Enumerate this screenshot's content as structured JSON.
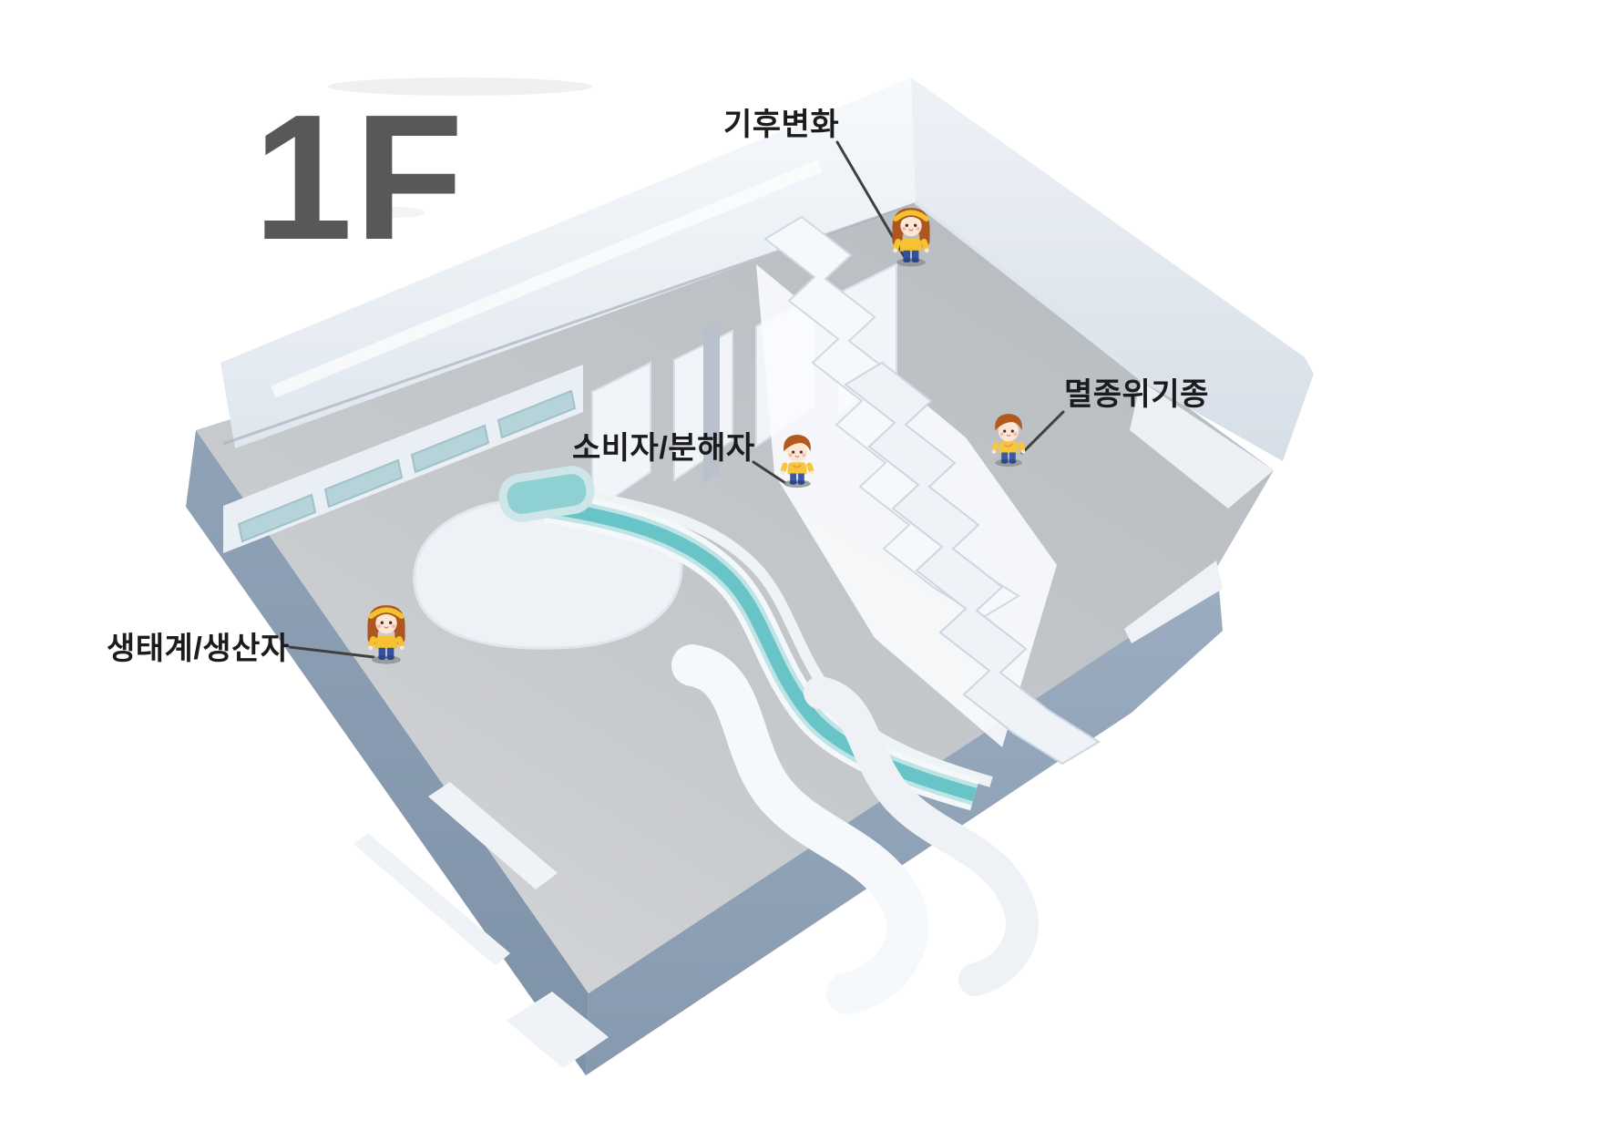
{
  "page": {
    "background": "#ffffff"
  },
  "floor_badge": {
    "text": "1F",
    "color": "#57585a"
  },
  "map": {
    "kind": "isometric-exhibition-floor-model",
    "colors": {
      "floor": "#c6c9cc",
      "wall": "#f2f5f9",
      "wall_shadow": "#dde4ec",
      "base_left": "#8a9cb0",
      "base_right": "#95a7ba",
      "slide_water": "#69c4c7",
      "window_glass": "#b7d3da",
      "leader_line": "#3f3f3f",
      "label_text": "#1b1b1b",
      "kid_shirt": "#f5c332",
      "kid_pants": "#3a5aa8",
      "kid_hair": "#ad561f"
    },
    "zones": [
      {
        "id": "climate-change",
        "label": "기후변화",
        "character": "girl"
      },
      {
        "id": "consumer-decomposer",
        "label": "소비자/분해자",
        "character": "boy"
      },
      {
        "id": "endangered-species",
        "label": "멸종위기종",
        "character": "boy"
      },
      {
        "id": "ecosystem-producer",
        "label": "생태계/생산자",
        "character": "girl"
      }
    ]
  }
}
